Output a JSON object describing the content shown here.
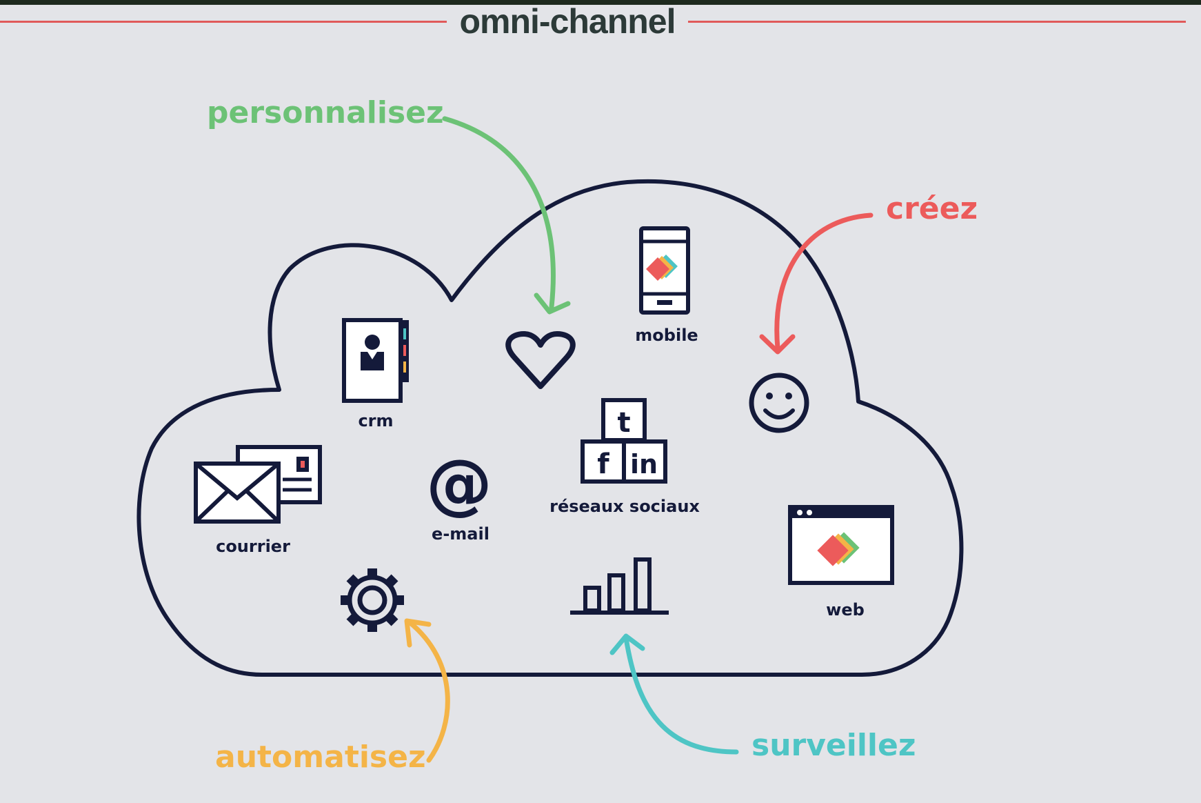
{
  "title": "omni-channel",
  "colors": {
    "background": "#e3e4e8",
    "outline": "#141a3a",
    "personnalisez": "#6cc276",
    "creez": "#ec5b5b",
    "automatisez": "#f4b447",
    "surveillez": "#4ec5c5",
    "rule": "#e05a5a"
  },
  "channels": {
    "crm": "crm",
    "courrier": "courrier",
    "email": "e-mail",
    "mobile": "mobile",
    "social": "réseaux sociaux",
    "web": "web"
  },
  "social_letters": {
    "t": "t",
    "f": "f",
    "in": "in"
  },
  "email_symbol": "@",
  "actions": {
    "personnalisez": "personnalisez",
    "creez": "créez",
    "automatisez": "automatisez",
    "surveillez": "surveillez"
  },
  "icons": [
    "heart-icon",
    "smiley-icon",
    "gear-icon",
    "bar-chart-icon",
    "envelope-icon",
    "postcard-icon",
    "contact-book-icon",
    "phone-icon",
    "browser-window-icon"
  ]
}
